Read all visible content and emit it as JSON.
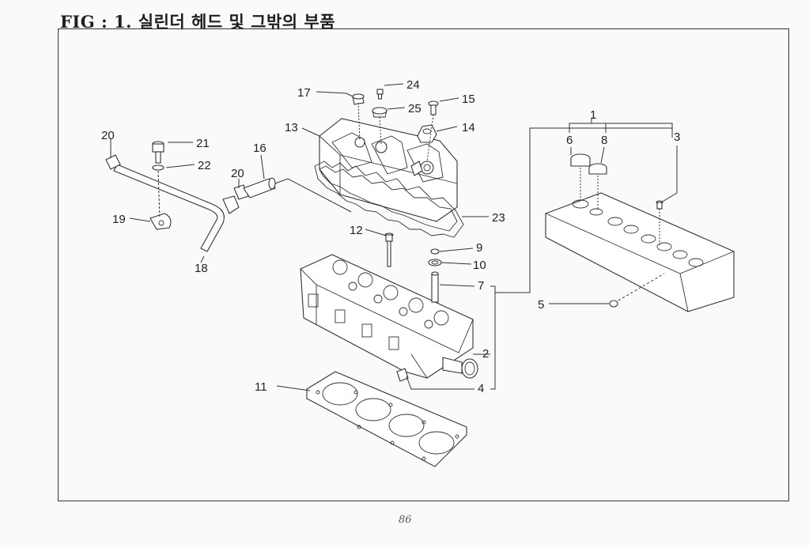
{
  "title": "FIG : 1. 실린더 헤드 및 그밖의 부품",
  "page_number": "86",
  "callouts": [
    {
      "id": "c1",
      "text": "1"
    },
    {
      "id": "c2",
      "text": "2"
    },
    {
      "id": "c3",
      "text": "3"
    },
    {
      "id": "c4",
      "text": "4"
    },
    {
      "id": "c5",
      "text": "5"
    },
    {
      "id": "c6",
      "text": "6"
    },
    {
      "id": "c7",
      "text": "7"
    },
    {
      "id": "c8",
      "text": "8"
    },
    {
      "id": "c9",
      "text": "9"
    },
    {
      "id": "c10",
      "text": "10"
    },
    {
      "id": "c11",
      "text": "11"
    },
    {
      "id": "c12",
      "text": "12"
    },
    {
      "id": "c13",
      "text": "13"
    },
    {
      "id": "c14",
      "text": "14"
    },
    {
      "id": "c15",
      "text": "15"
    },
    {
      "id": "c16",
      "text": "16"
    },
    {
      "id": "c17",
      "text": "17"
    },
    {
      "id": "c18",
      "text": "18"
    },
    {
      "id": "c19",
      "text": "19"
    },
    {
      "id": "c20a",
      "text": "20"
    },
    {
      "id": "c20b",
      "text": "20"
    },
    {
      "id": "c21",
      "text": "21"
    },
    {
      "id": "c22",
      "text": "22"
    },
    {
      "id": "c23",
      "text": "23"
    },
    {
      "id": "c24",
      "text": "24"
    },
    {
      "id": "c25",
      "text": "25"
    }
  ]
}
